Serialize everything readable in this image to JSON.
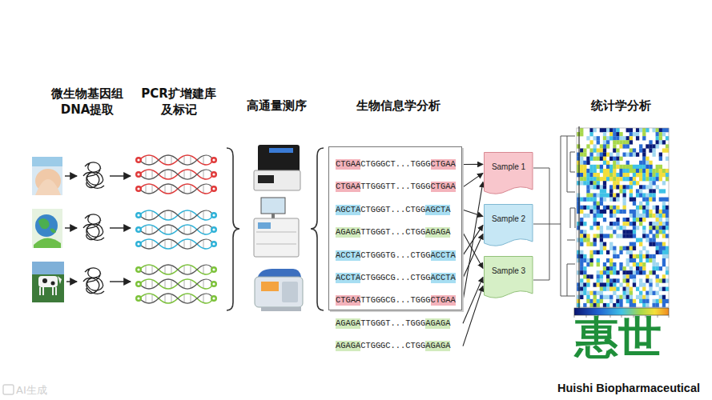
{
  "diagram": {
    "nodes": [
      {
        "text": [
          "CTGAACTGGGCT...TGGGCTGAA",
          "CTGAATTGGGTT...TGGGCTGAA",
          "AGCTACTGGGT...CTGGAGCTA",
          "AGAGATTGGGT...CTGGAGAGA",
          "ACCTACTGGGTG...CTGGACCTA",
          "ACCTACTGGGCG...CTGGACCTA",
          "CTGAATTGGGCG...TGGGCTGAA",
          "AGAGATTGGGT...TGGGAGAGA",
          "AGAGACTGGGC...CTGGAGAGA"
        ]
      },
      {
        "text": [
          "Sample 1"
        ]
      },
      {
        "text": [
          "Sample 2"
        ]
      },
      {
        "text": [
          "Sample 3"
        ]
      }
    ],
    "edges": [
      {
        "from": 0,
        "to": 1,
        "arrow": "to"
      },
      {
        "from": 0,
        "to": 2,
        "arrow": "to"
      },
      {
        "from": 0,
        "to": 3,
        "arrow": "to"
      }
    ],
    "labels": [
      "微生物基因组 DNA提取",
      "PCR扩增建库 及标记",
      "高通量测序",
      "生物信息学分析",
      "统计学分析",
      "惠世",
      "Huishi Biopharmaceutical",
      "AI生成"
    ]
  }
}
